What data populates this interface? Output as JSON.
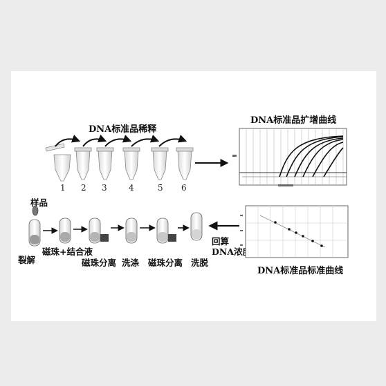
{
  "diagram": {
    "dilution_title": "DNA标准品稀释",
    "amplification_title": "DNA标准品扩增曲线",
    "standard_curve_title": "DNA标准品标准曲线",
    "tube_numbers": [
      "1",
      "2",
      "3",
      "4",
      "5",
      "6"
    ],
    "sample_label": "样品",
    "lysis_label": "裂解",
    "beads_binding_label": "磁珠+结合液",
    "magnetic_separation_label_1": "磁珠分离",
    "wash_label": "洗涤",
    "magnetic_separation_label_2": "磁珠分离",
    "elution_label": "洗脱",
    "back_calc_line1": "回算",
    "back_calc_line2": "DNA浓度"
  },
  "colors": {
    "background": "#ececec",
    "panel": "#ffffff",
    "ink": "#111111"
  }
}
